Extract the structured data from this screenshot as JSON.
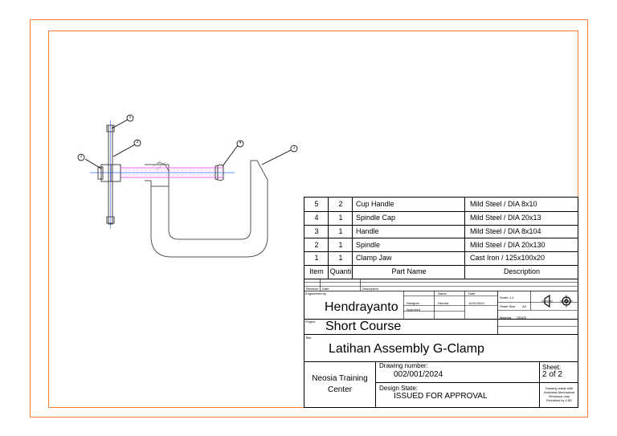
{
  "colors": {
    "sheet_border": "#f47c3c",
    "frame": "#f47c3c",
    "spindle": "#ff66ff",
    "centerline": "#3366ff"
  },
  "balloons": [
    "5",
    "3",
    "2",
    "4",
    "1"
  ],
  "bom": {
    "rows": [
      {
        "item": "5",
        "qty": "2",
        "part": "Cup Handle",
        "desc": "Mild Steel / DIA 8x10"
      },
      {
        "item": "4",
        "qty": "1",
        "part": "Spindle Cap",
        "desc": "Mild Steel / DIA 20x13"
      },
      {
        "item": "3",
        "qty": "1",
        "part": "Handle",
        "desc": "Mild Steel / DIA 8x104"
      },
      {
        "item": "2",
        "qty": "1",
        "part": "Spindle",
        "desc": "Mild Steel / DIA 20x130"
      },
      {
        "item": "1",
        "qty": "1",
        "part": "Clamp Jaw",
        "desc": "Cast Iron / 125x100x20"
      }
    ],
    "headers": {
      "item": "Item",
      "qty": "Quanti",
      "part": "Part Name",
      "desc": "Description"
    }
  },
  "title_block": {
    "revision_label": "Revision",
    "date_label": "Date",
    "description_label": "Description",
    "engineered_label": "Engineered by",
    "engineer": "Hendrayanto",
    "name_label": "Name",
    "date2_label": "Date",
    "designer_label": "Designer",
    "designer_name": "Hendra",
    "designer_date": "11/01/2024",
    "approved_label": "Approved",
    "scale_label": "Scale: 1:1",
    "sheet_size_label": "Sheet Size",
    "sheet_size": "A4",
    "material_label": "Material:",
    "material": "SS400",
    "project_label": "Project",
    "project": "Short Course",
    "title_label": "Title",
    "title": "Latihan Assembly G-Clamp",
    "company_line1": "Neosia Training",
    "company_line2": "Center",
    "drawing_number_label": "Drawing number:",
    "drawing_number": "002/001/2024",
    "sheet_label": "Sheet:",
    "sheet_value": "2 of 2",
    "design_state_label": "Design State:",
    "design_state": "ISSUED FOR APPROVAL",
    "note_line1": "Drawing made with",
    "note_line2": "Autodesk Mechanical",
    "note_line3": "Revisions only",
    "note_line4": "Permitted by CAD"
  }
}
